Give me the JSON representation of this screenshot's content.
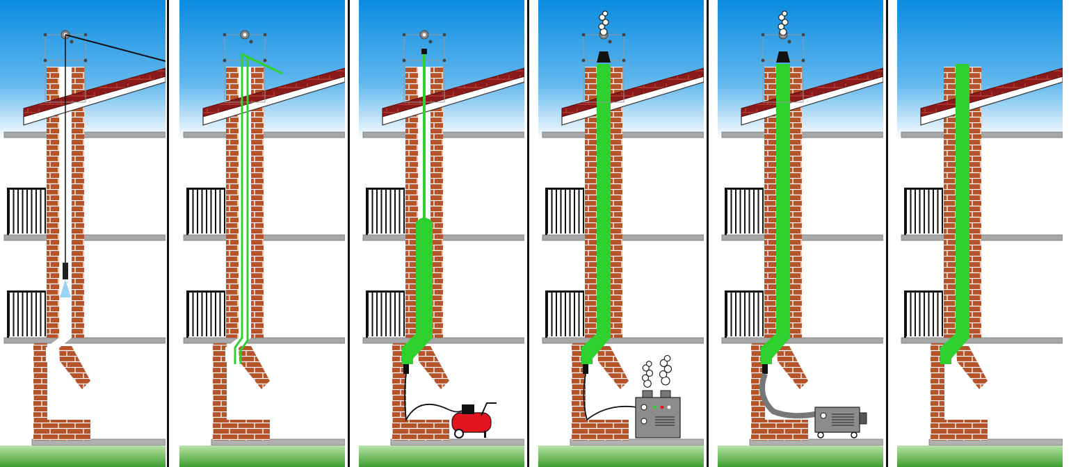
{
  "diagram": {
    "panel_count": 6,
    "steps": [
      {
        "id": "step-1",
        "description_hidden": false,
        "stage": "high-pressure-water-cleaning",
        "liner": "none",
        "equipment": "nozzle"
      },
      {
        "id": "step-2",
        "stage": "liner-inserted",
        "liner": "flat-tube",
        "equipment": "winch"
      },
      {
        "id": "step-3",
        "stage": "liner-inflated-partially",
        "liner": "partial",
        "equipment": "air-compressor"
      },
      {
        "id": "step-4",
        "stage": "steam-curing",
        "liner": "full",
        "equipment": "steam-generator"
      },
      {
        "id": "step-5",
        "stage": "cooling",
        "liner": "full",
        "equipment": "blower"
      },
      {
        "id": "step-6",
        "stage": "finished",
        "liner": "full",
        "equipment": "none"
      }
    ],
    "colors": {
      "sky_top": "#0A8BE0",
      "sky_bottom": "#FFFFFF",
      "brick": "#B5542A",
      "mortar": "#FFFFFF",
      "roof_tile": "#8A1A1A",
      "roof_under": "#C8C8C8",
      "floor_slab": "#A8A8A8",
      "liner_green": "#2ED12E",
      "grass": "#4FAE3C",
      "compressor_red": "#E2141E",
      "machine_grey": "#8C8C8C",
      "panel_divider": "#111111"
    }
  }
}
